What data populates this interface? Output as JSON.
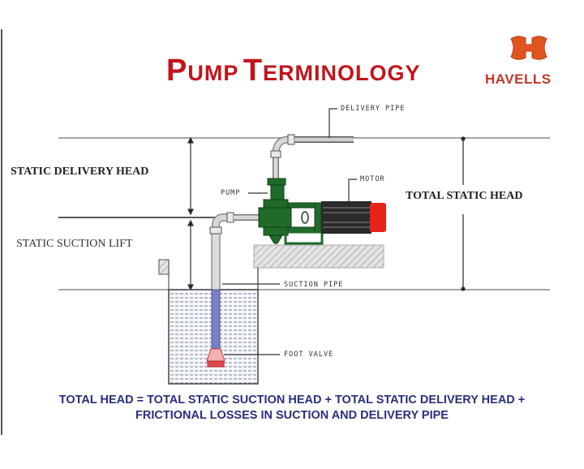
{
  "slide": {
    "title_first_initial": "P",
    "title_first_rest": "UMP",
    "title_second_initial": "T",
    "title_second_rest": "ERMINOLOGY",
    "brand_name": "HAVELLS",
    "title_color": "#c1141c",
    "brand_color": "#e2541f"
  },
  "labels": {
    "static_delivery_head": "STATIC DELIVERY HEAD",
    "static_suction_lift": "STATIC SUCTION LIFT",
    "total_static_head": "TOTAL STATIC HEAD",
    "delivery_pipe": "DELIVERY PIPE",
    "motor": "MOTOR",
    "pump": "PUMP",
    "suction_pipe": "SUCTION PIPE",
    "foot_valve": "FOOT VALVE"
  },
  "formula": {
    "line1": "TOTAL HEAD = TOTAL STATIC SUCTION HEAD + TOTAL STATIC DELIVERY HEAD +",
    "line2": "FRICTIONAL LOSSES IN SUCTION AND DELIVERY PIPE",
    "color": "#2b2f7e"
  },
  "colors": {
    "pump_body": "#1f6b2a",
    "motor_body": "#2a2a2a",
    "motor_cap": "#e8231b",
    "water": "#c9d3e6",
    "foot_valve": "#e0474c"
  }
}
